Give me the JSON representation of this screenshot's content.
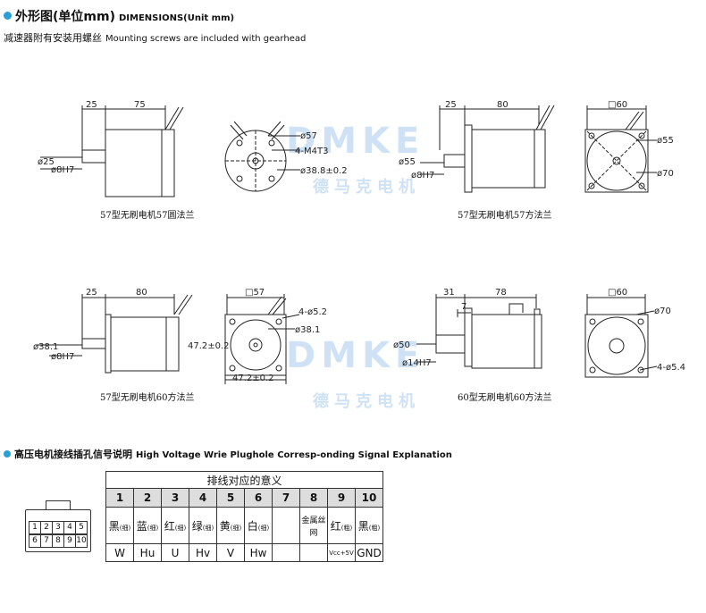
{
  "header": {
    "title_cn": "外形图(单位mm)",
    "title_en": "DIMENSIONS(Unit mm)",
    "accent": "#2a9fd6",
    "note_cn": "减速器附有安装用螺丝",
    "note_en": "Mounting screws are included with gearhead"
  },
  "watermark": {
    "latin": "DMKE",
    "cn": "德马克电机"
  },
  "drawings": {
    "d1": {
      "dim_top_a": "25",
      "dim_top_b": "75",
      "dia_a": "ø25",
      "dia_b": "ø8H7",
      "caption": "57型无刷电机57圆法兰"
    },
    "d2": {
      "label_a": "ø57",
      "label_b": "4-M4T3",
      "label_c": "ø38.8±0.2"
    },
    "d3": {
      "dim_top_a": "25",
      "dim_top_b": "80",
      "dia_a": "ø55",
      "dia_b": "ø8H7",
      "caption": "57型无刷电机57方法兰"
    },
    "d4": {
      "square": "□60",
      "label_a": "ø55",
      "label_b": "ø70"
    },
    "d5": {
      "dim_top_a": "25",
      "dim_top_b": "80",
      "dia_a": "ø38.1",
      "dia_b": "ø8H7",
      "caption": "57型无刷电机60方法兰"
    },
    "d6": {
      "square": "□57",
      "label_a": "4-ø5.2",
      "label_b": "ø38.1",
      "label_c": "47.2±0.2",
      "label_d": "47.2±0.2"
    },
    "d7": {
      "dim_top_a": "31",
      "dim_top_b": "78",
      "dim_c": "7",
      "dia_a": "ø50",
      "dia_b": "ø14H7",
      "caption": "60型无刷电机60方法兰"
    },
    "d8": {
      "square": "□60",
      "label_a": "ø70",
      "label_b": "4-ø5.4"
    }
  },
  "section2": {
    "title_cn": "高压电机接线插孔信号说明",
    "title_en": "High Voltage Wrie Plughole Corresp-onding Signal Explanation"
  },
  "connector": {
    "pins": [
      "1",
      "2",
      "3",
      "4",
      "5",
      "6",
      "7",
      "8",
      "9",
      "10"
    ]
  },
  "table": {
    "title": "排线对应的意义",
    "numbers": [
      "1",
      "2",
      "3",
      "4",
      "5",
      "6",
      "7",
      "8",
      "9",
      "10"
    ],
    "colors": [
      {
        "main": "黑",
        "tag": "(细)"
      },
      {
        "main": "蓝",
        "tag": "(细)"
      },
      {
        "main": "红",
        "tag": "(细)"
      },
      {
        "main": "绿",
        "tag": "(细)"
      },
      {
        "main": "黄",
        "tag": "(细)"
      },
      {
        "main": "白",
        "tag": "(细)"
      },
      {
        "main": "",
        "tag": ""
      },
      {
        "main": "金属丝网",
        "tag": ""
      },
      {
        "main": "红",
        "tag": "(粗)"
      },
      {
        "main": "黑",
        "tag": "(粗)"
      }
    ],
    "signals": [
      "W",
      "Hu",
      "U",
      "Hv",
      "V",
      "Hw",
      "",
      "",
      "Vcc+5V",
      "GND"
    ]
  }
}
